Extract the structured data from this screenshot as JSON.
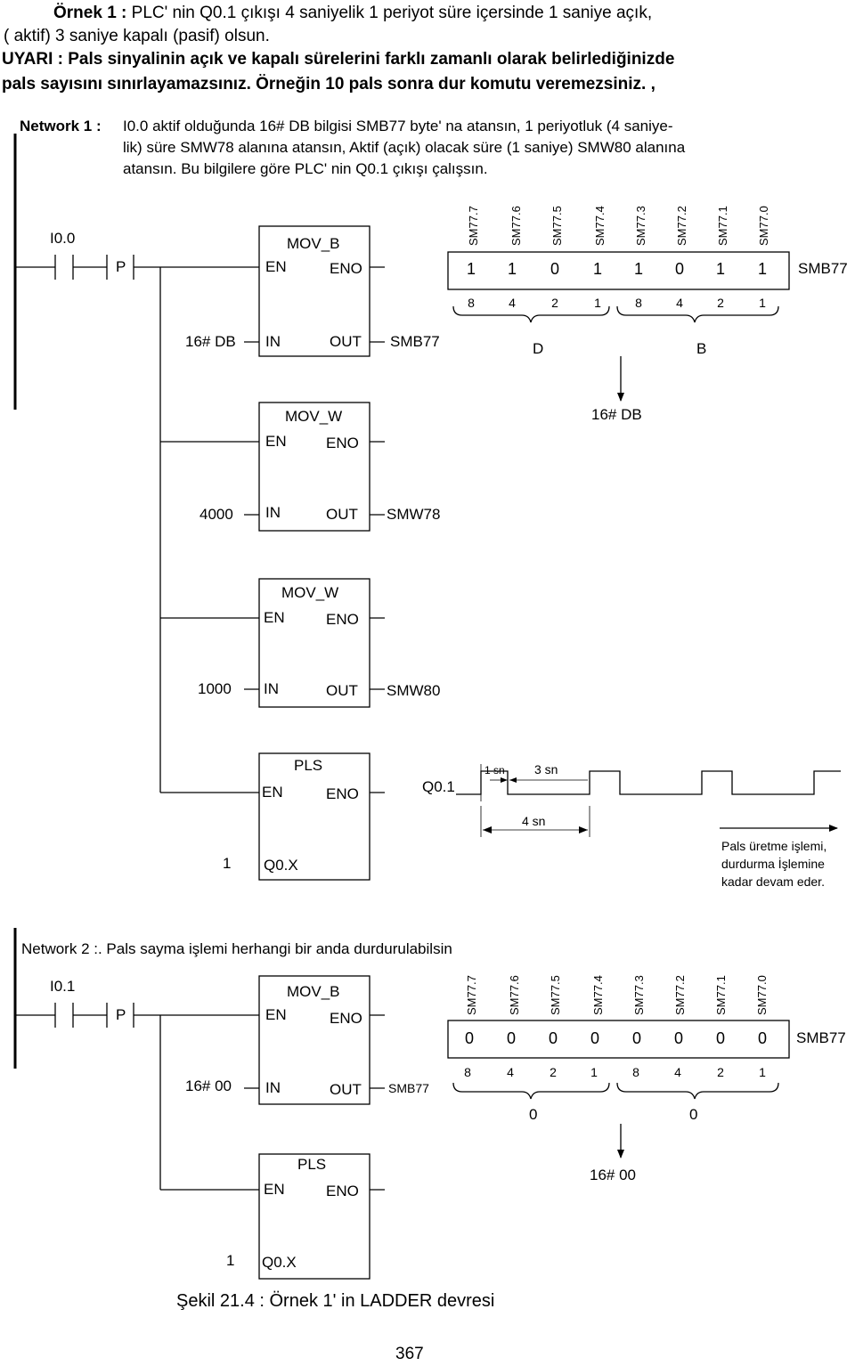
{
  "intro": {
    "line1_bold": "Örnek 1 :",
    "line1": "PLC' nin Q0.1 çıkışı  4 saniyelik 1  periyot  süre  içersinde  1  saniye  açık,",
    "line2": "( aktif) 3 saniye kapalı (pasif) olsun.",
    "line3": "UYARI : Pals sinyalinin açık ve kapalı sürelerini  farklı zamanlı olarak belirlediğinizde",
    "line4": "pals  sayısını sınırlayamazsınız. Örneğin 10 pals sonra dur komutu veremezsiniz. ,"
  },
  "network1": {
    "title": "Network 1 :",
    "desc1": "I0.0 aktif olduğunda 16# DB bilgisi SMB77  byte' na atansın,   1 periyotluk (4 saniye-",
    "desc2": "lik) süre SMW78 alanına  atansın,  Aktif (açık) olacak süre (1 saniye) SMW80 alanına",
    "desc3": "atansın. Bu bilgilere göre PLC' nin Q0.1 çıkışı çalışsın.",
    "contact": "I0.0",
    "edge": "P",
    "mov_b": {
      "name": "MOV_B",
      "en": "EN",
      "eno": "ENO",
      "in": "IN",
      "out": "OUT",
      "in_val": "16# DB",
      "out_val": "SMB77"
    },
    "sm_bits": [
      "SM77.7",
      "SM77.6",
      "SM77.5",
      "SM77.4",
      "SM77.3",
      "SM77.2",
      "SM77.1",
      "SM77.0"
    ],
    "bit_values": [
      "1",
      "1",
      "0",
      "1",
      "1",
      "0",
      "1",
      "1"
    ],
    "byte_label": "SMB77",
    "weights": [
      "8",
      "4",
      "2",
      "1",
      "8",
      "4",
      "2",
      "1"
    ],
    "nibble_high": "D",
    "nibble_low": "B",
    "hex_result": "16# DB",
    "mov_w1": {
      "name": "MOV_W",
      "en": "EN",
      "eno": "ENO",
      "in": "IN",
      "out": "OUT",
      "in_val": "4000",
      "out_val": "SMW78"
    },
    "mov_w2": {
      "name": "MOV_W",
      "en": "EN",
      "eno": "ENO",
      "in": "IN",
      "out": "OUT",
      "in_val": "1000",
      "out_val": "SMW80"
    },
    "pls": {
      "name": "PLS",
      "en": "EN",
      "eno": "ENO",
      "q_in": "Q0.X",
      "q_val": "1"
    },
    "pulse": {
      "output": "Q0.1",
      "on_time": "1 sn",
      "off_time": "3 sn",
      "period": "4 sn",
      "note1": "Pals üretme işlemi,",
      "note2": "durdurma İşlemine",
      "note3": "kadar devam eder."
    }
  },
  "network2": {
    "title": "Network 2 :",
    "desc": ". Pals sayma işlemi herhangi bir anda durdurulabilsin",
    "contact": "I0.1",
    "edge": "P",
    "mov_b": {
      "name": "MOV_B",
      "en": "EN",
      "eno": "ENO",
      "in": "IN",
      "out": "OUT",
      "in_val": "16# 00",
      "out_val": "SMB77"
    },
    "sm_bits": [
      "SM77.7",
      "SM77.6",
      "SM77.5",
      "SM77.4",
      "SM77.3",
      "SM77.2",
      "SM77.1",
      "SM77.0"
    ],
    "bit_values": [
      "0",
      "0",
      "0",
      "0",
      "0",
      "0",
      "0",
      "0"
    ],
    "byte_label": "SMB77",
    "weights": [
      "8",
      "4",
      "2",
      "1",
      "8",
      "4",
      "2",
      "1"
    ],
    "nibble_high": "0",
    "nibble_low": "0",
    "hex_result": "16# 00",
    "pls": {
      "name": "PLS",
      "en": "EN",
      "eno": "ENO",
      "q_in": "Q0.X",
      "q_val": "1"
    }
  },
  "caption": "Şekil 21.4 : Örnek 1' in LADDER devresi",
  "page_number": "367"
}
